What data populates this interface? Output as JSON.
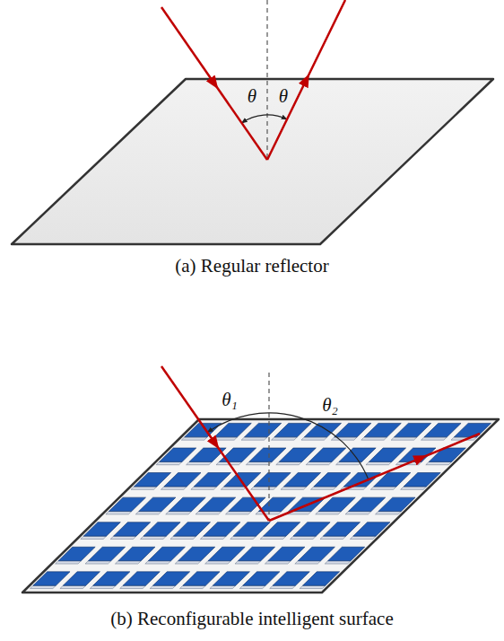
{
  "diagram": {
    "labels": [
      "θ",
      "θ",
      "(a) Regular reflector",
      "θ₁",
      "θ₂",
      "(b) Reconfigurable intelligent surface"
    ]
  }
}
